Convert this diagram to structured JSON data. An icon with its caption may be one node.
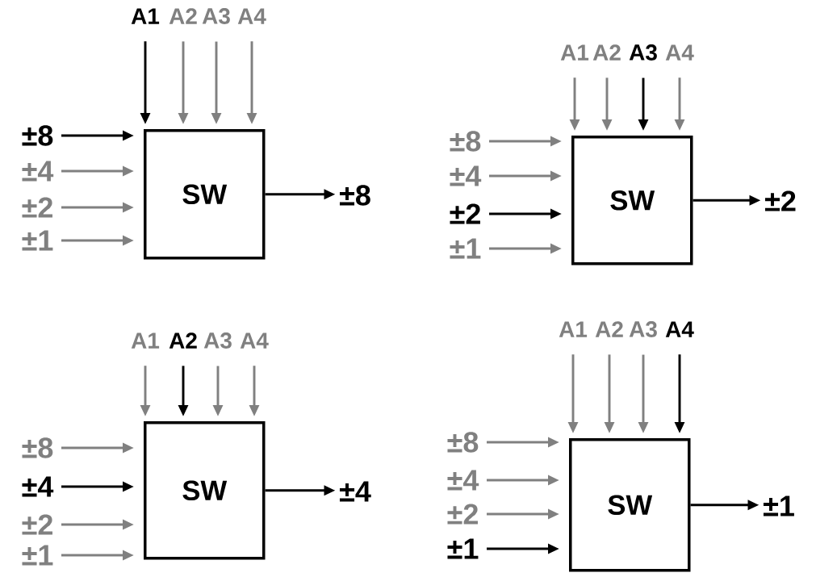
{
  "diagram": {
    "nodes": [
      {
        "text": [
          "A1"
        ]
      },
      {
        "text": [
          "A2"
        ]
      },
      {
        "text": [
          "A3"
        ]
      },
      {
        "text": [
          "A4"
        ]
      },
      {
        "text": [
          "SW"
        ]
      },
      {
        "text": [
          "±8"
        ]
      },
      {
        "text": [
          "±4"
        ]
      },
      {
        "text": [
          "±2"
        ]
      },
      {
        "text": [
          "±1"
        ]
      },
      {
        "text": [
          "±8"
        ]
      },
      {
        "text": [
          "A1"
        ]
      },
      {
        "text": [
          "A2"
        ]
      },
      {
        "text": [
          "A3"
        ]
      },
      {
        "text": [
          "A4"
        ]
      },
      {
        "text": [
          "SW"
        ]
      },
      {
        "text": [
          "±8"
        ]
      },
      {
        "text": [
          "±4"
        ]
      },
      {
        "text": [
          "±2"
        ]
      },
      {
        "text": [
          "±1"
        ]
      },
      {
        "text": [
          "±2"
        ]
      },
      {
        "text": [
          "A1"
        ]
      },
      {
        "text": [
          "A2"
        ]
      },
      {
        "text": [
          "A3"
        ]
      },
      {
        "text": [
          "A4"
        ]
      },
      {
        "text": [
          "SW"
        ]
      },
      {
        "text": [
          "±8"
        ]
      },
      {
        "text": [
          "±4"
        ]
      },
      {
        "text": [
          "±2"
        ]
      },
      {
        "text": [
          "±1"
        ]
      },
      {
        "text": [
          "±4"
        ]
      },
      {
        "text": [
          "A1"
        ]
      },
      {
        "text": [
          "A2"
        ]
      },
      {
        "text": [
          "A3"
        ]
      },
      {
        "text": [
          "A4"
        ]
      },
      {
        "text": [
          "SW"
        ]
      },
      {
        "text": [
          "±8"
        ]
      },
      {
        "text": [
          "±4"
        ]
      },
      {
        "text": [
          "±2"
        ]
      },
      {
        "text": [
          "±1"
        ]
      },
      {
        "text": [
          "±1"
        ]
      }
    ],
    "edges": [
      {
        "from": 0,
        "to": 4,
        "arrow": "to",
        "color": "#000000"
      },
      {
        "from": 1,
        "to": 4,
        "arrow": "to"
      },
      {
        "from": 2,
        "to": 4,
        "arrow": "to"
      },
      {
        "from": 3,
        "to": 4,
        "arrow": "to"
      },
      {
        "from": 5,
        "to": 4,
        "arrow": "to",
        "color": "#000000"
      },
      {
        "from": 6,
        "to": 4,
        "arrow": "to"
      },
      {
        "from": 7,
        "to": 4,
        "arrow": "to"
      },
      {
        "from": 8,
        "to": 4,
        "arrow": "to"
      },
      {
        "from": 4,
        "to": 9,
        "arrow": "to",
        "color": "#000000"
      },
      {
        "from": 10,
        "to": 14,
        "arrow": "to"
      },
      {
        "from": 11,
        "to": 14,
        "arrow": "to"
      },
      {
        "from": 12,
        "to": 14,
        "arrow": "to",
        "color": "#000000"
      },
      {
        "from": 13,
        "to": 14,
        "arrow": "to"
      },
      {
        "from": 15,
        "to": 14,
        "arrow": "to"
      },
      {
        "from": 16,
        "to": 14,
        "arrow": "to"
      },
      {
        "from": 17,
        "to": 14,
        "arrow": "to",
        "color": "#000000"
      },
      {
        "from": 18,
        "to": 14,
        "arrow": "to"
      },
      {
        "from": 14,
        "to": 19,
        "arrow": "to",
        "color": "#000000"
      },
      {
        "from": 20,
        "to": 24,
        "arrow": "to"
      },
      {
        "from": 21,
        "to": 24,
        "arrow": "to",
        "color": "#000000"
      },
      {
        "from": 22,
        "to": 24,
        "arrow": "to"
      },
      {
        "from": 23,
        "to": 24,
        "arrow": "to"
      },
      {
        "from": 25,
        "to": 24,
        "arrow": "to"
      },
      {
        "from": 26,
        "to": 24,
        "arrow": "to",
        "color": "#000000"
      },
      {
        "from": 27,
        "to": 24,
        "arrow": "to"
      },
      {
        "from": 28,
        "to": 24,
        "arrow": "to"
      },
      {
        "from": 24,
        "to": 29,
        "arrow": "to",
        "color": "#000000"
      },
      {
        "from": 30,
        "to": 34,
        "arrow": "to"
      },
      {
        "from": 31,
        "to": 34,
        "arrow": "to"
      },
      {
        "from": 32,
        "to": 34,
        "arrow": "to"
      },
      {
        "from": 33,
        "to": 34,
        "arrow": "to",
        "color": "#000000"
      },
      {
        "from": 35,
        "to": 34,
        "arrow": "to"
      },
      {
        "from": 36,
        "to": 34,
        "arrow": "to"
      },
      {
        "from": 37,
        "to": 34,
        "arrow": "to"
      },
      {
        "from": 38,
        "to": 34,
        "arrow": "to",
        "color": "#000000"
      },
      {
        "from": 34,
        "to": 39,
        "arrow": "to",
        "color": "#000000"
      }
    ]
  }
}
